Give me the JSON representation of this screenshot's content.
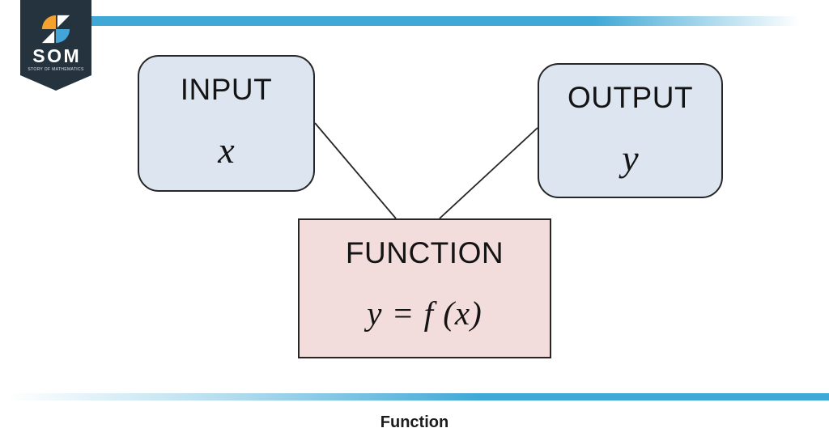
{
  "logo": {
    "name": "SOM",
    "tagline": "STORY OF MATHEMATICS",
    "banner_color": "#25333f",
    "icon_orange": "#f4a22d",
    "icon_blue": "#42a4d9"
  },
  "accents": {
    "line_color": "#3fa8d6"
  },
  "diagram": {
    "border_color": "#262626",
    "node_fill": "#dde6f0",
    "function_fill": "#f3dddc",
    "input": {
      "label": "INPUT",
      "symbol": "x"
    },
    "output": {
      "label": "OUTPUT",
      "symbol": "y"
    },
    "function": {
      "label": "FUNCTION",
      "formula": "y = f (x)"
    }
  },
  "caption": "Function"
}
